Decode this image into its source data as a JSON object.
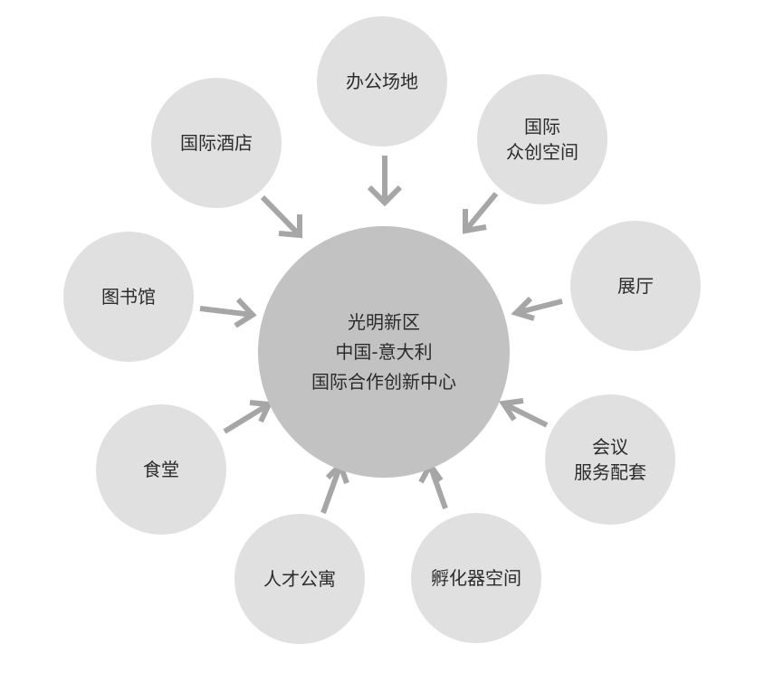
{
  "center": {
    "lines": [
      "光明新区",
      "中国-意大利",
      "国际合作创新中心"
    ]
  },
  "nodes": [
    {
      "id": "office-space",
      "lines": [
        "办公场地"
      ]
    },
    {
      "id": "intl-coworking",
      "lines": [
        "国际",
        "众创空间"
      ]
    },
    {
      "id": "exhibition-hall",
      "lines": [
        "展厅"
      ]
    },
    {
      "id": "conference-services",
      "lines": [
        "会议",
        "服务配套"
      ]
    },
    {
      "id": "incubator-space",
      "lines": [
        "孵化器空间"
      ]
    },
    {
      "id": "talent-apartment",
      "lines": [
        "人才公寓"
      ]
    },
    {
      "id": "canteen",
      "lines": [
        "食堂"
      ]
    },
    {
      "id": "library",
      "lines": [
        "图书馆"
      ]
    },
    {
      "id": "intl-hotel",
      "lines": [
        "国际酒店"
      ]
    }
  ],
  "colors": {
    "node_fill": "#e0e0e0",
    "center_fill": "#c2c2c2",
    "arrow": "#a6a6a6",
    "text": "#2b2b2b"
  }
}
